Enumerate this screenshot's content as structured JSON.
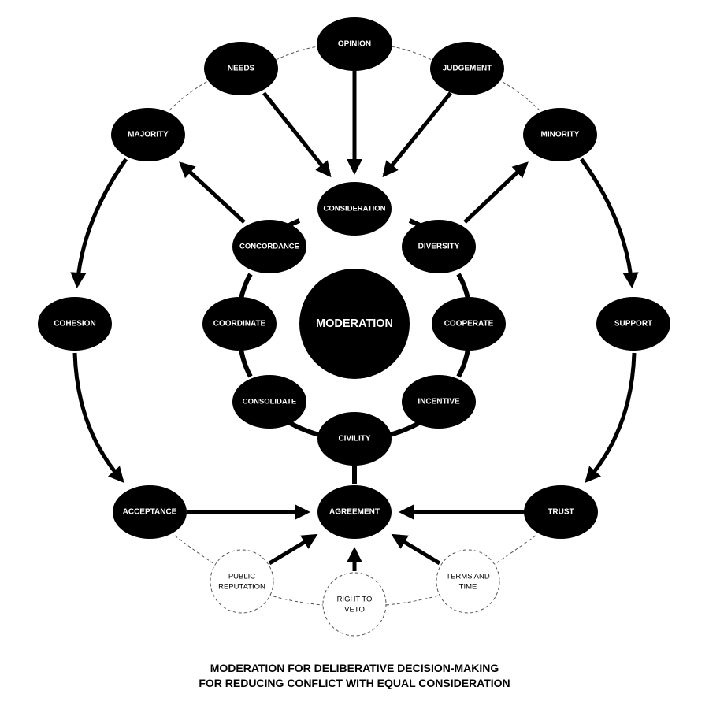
{
  "colors": {
    "node_fill": "#000000",
    "node_text": "#ffffff",
    "dashed_stroke": "#555555",
    "background": "#ffffff"
  },
  "nodes": {
    "moderation": "MODERATION",
    "opinion": "OPINION",
    "needs": "NEEDS",
    "judgement": "JUDGEMENT",
    "majority": "MAJORITY",
    "minority": "MINORITY",
    "consideration": "CONSIDERATION",
    "concordance": "CONCORDANCE",
    "diversity": "DIVERSITY",
    "coordinate": "COORDINATE",
    "cooperate": "COOPERATE",
    "consolidate": "CONSOLIDATE",
    "incentive": "INCENTIVE",
    "civility": "CIVILITY",
    "cohesion": "COHESION",
    "support": "SUPPORT",
    "acceptance": "ACCEPTANCE",
    "agreement": "AGREEMENT",
    "trust": "TRUST"
  },
  "dashed_nodes": {
    "public_reputation": [
      "PUBLIC",
      "REPUTATION"
    ],
    "right_to_veto": [
      "RIGHT TO",
      "VETO"
    ],
    "terms_and_time": [
      "TERMS AND",
      "TIME"
    ]
  },
  "title": {
    "line1": "MODERATION FOR DELIBERATIVE DECISION-MAKING",
    "line2": "FOR REDUCING CONFLICT WITH EQUAL CONSIDERATION"
  }
}
